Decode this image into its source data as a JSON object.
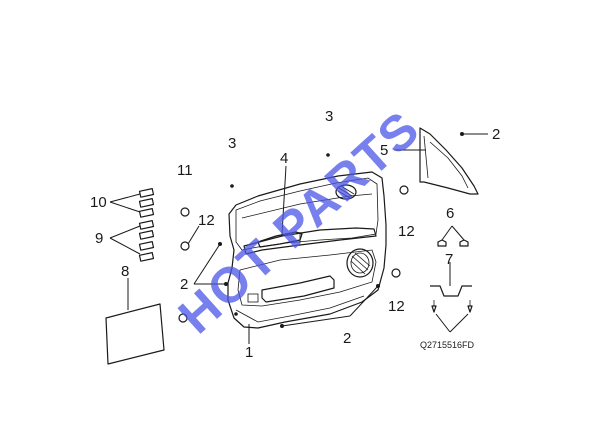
{
  "diagram": {
    "callouts": [
      {
        "id": "c2a",
        "label": "2"
      },
      {
        "id": "c3a",
        "label": "3"
      },
      {
        "id": "c3b",
        "label": "3"
      },
      {
        "id": "c4",
        "label": "4"
      },
      {
        "id": "c5",
        "label": "5"
      },
      {
        "id": "c11",
        "label": "11"
      },
      {
        "id": "c12a",
        "label": "12"
      },
      {
        "id": "c10",
        "label": "10"
      },
      {
        "id": "c9",
        "label": "9"
      },
      {
        "id": "c8",
        "label": "8"
      },
      {
        "id": "c2b",
        "label": "2"
      },
      {
        "id": "c12b",
        "label": "12"
      },
      {
        "id": "c6",
        "label": "6"
      },
      {
        "id": "c7",
        "label": "7"
      },
      {
        "id": "c12c",
        "label": "12"
      },
      {
        "id": "c1",
        "label": "1"
      },
      {
        "id": "c2c",
        "label": "2"
      }
    ],
    "diagram_code": "Q2715516FD",
    "watermark": "HOT PARTS"
  }
}
